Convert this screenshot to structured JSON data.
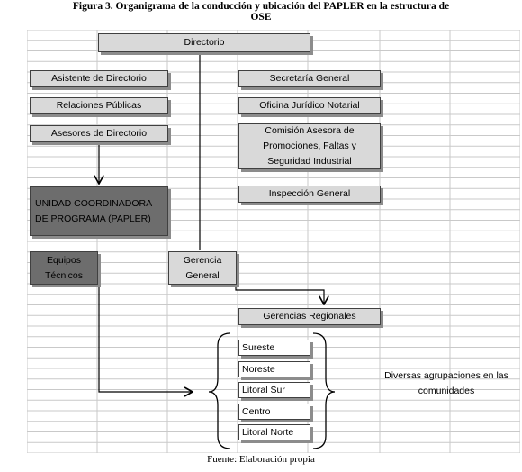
{
  "title_line1": "Figura 3. Organigrama de la conducción y ubicación del PAPLER en la estructura de",
  "title_line2": "OSE",
  "footer": "Fuente: Elaboración propia",
  "boxes": {
    "directorio": "Directorio",
    "asistente": "Asistente de Directorio",
    "relaciones": "Relaciones Públicas",
    "asesores": "Asesores de Directorio",
    "secretaria": "Secretaría General",
    "oficina": "Oficina Jurídico Notarial",
    "comision_1": "Comisión Asesora de",
    "comision_2": "Promociones, Faltas y",
    "comision_3": "Seguridad Industrial",
    "inspeccion": "Inspección General",
    "unidad_1": "UNIDAD COORDINADORA",
    "unidad_2": "DE PROGRAMA (PAPLER)",
    "equipos_1": "Equipos",
    "equipos_2": "Técnicos",
    "gerencia_1": "Gerencia",
    "gerencia_2": "General",
    "regionales": "Gerencias Regionales"
  },
  "regions": [
    "Sureste",
    "Noreste",
    "Litoral Sur",
    "Centro",
    "Litoral Norte"
  ],
  "note_1": "Diversas agrupaciones en las",
  "note_2": "comunidades"
}
